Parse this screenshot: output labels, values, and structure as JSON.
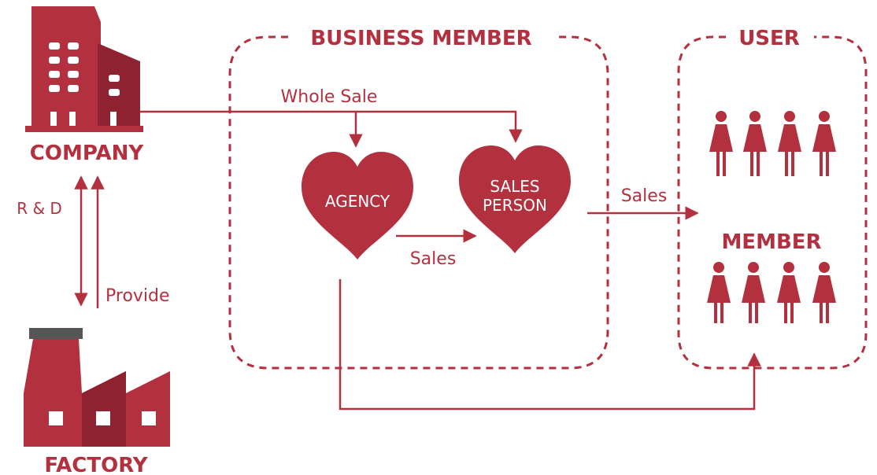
{
  "colors": {
    "primary": "#b3303f",
    "dark": "#8f2231",
    "chimney_cap": "#555555",
    "white": "#ffffff"
  },
  "icons": {
    "company": "office-building-icon",
    "factory": "factory-icon",
    "agency": "heart-icon",
    "sales_person": "heart-icon",
    "user": "person-icon"
  },
  "nodes": {
    "company": "COMPANY",
    "factory": "FACTORY",
    "agency": "AGENCY",
    "sales_person_line1": "SALES",
    "sales_person_line2": "PERSON"
  },
  "groups": {
    "business_member": "BUSINESS MEMBER",
    "user": "USER",
    "member": "MEMBER"
  },
  "edges": {
    "whole_sale": "Whole Sale",
    "sales_agency_to_person": "Sales",
    "sales_person_to_user": "Sales",
    "rnd": "R & D",
    "provide": "Provide"
  }
}
